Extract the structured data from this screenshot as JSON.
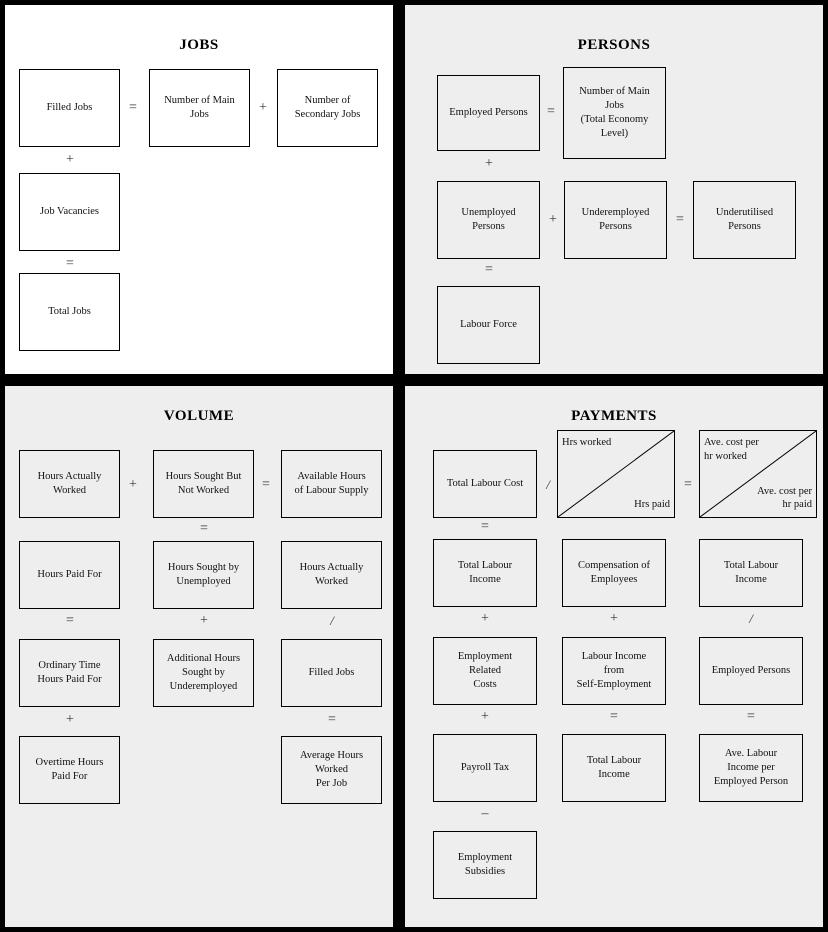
{
  "diagram": {
    "quadrants": [
      {
        "id": "jobs",
        "title": "JOBS",
        "boxes": [
          {
            "label": "Filled Jobs"
          },
          {
            "label": "Number of Main\nJobs"
          },
          {
            "label": "Number of\nSecondary Jobs"
          },
          {
            "label": "Job Vacancies"
          },
          {
            "label": "Total Jobs"
          }
        ],
        "operators": [
          "=",
          "+",
          "+",
          "="
        ]
      },
      {
        "id": "persons",
        "title": "PERSONS",
        "boxes": [
          {
            "label": "Employed Persons"
          },
          {
            "label": "Number of Main\nJobs\n(Total Economy\nLevel)"
          },
          {
            "label": "Unemployed\nPersons"
          },
          {
            "label": "Underemployed\nPersons"
          },
          {
            "label": "Underutilised\nPersons"
          },
          {
            "label": "Labour Force"
          }
        ],
        "operators": [
          "=",
          "+",
          "+",
          "=",
          "="
        ]
      },
      {
        "id": "volume",
        "title": "VOLUME",
        "boxes": [
          {
            "label": "Hours Actually\nWorked"
          },
          {
            "label": "Hours Sought But\nNot Worked"
          },
          {
            "label": "Available Hours\nof Labour Supply"
          },
          {
            "label": "Hours Paid For"
          },
          {
            "label": "Hours Sought by\nUnemployed"
          },
          {
            "label": "Hours Actually\nWorked"
          },
          {
            "label": "Ordinary Time\nHours Paid For"
          },
          {
            "label": "Additional Hours\nSought by\nUnderemployed"
          },
          {
            "label": "Filled Jobs"
          },
          {
            "label": "Overtime Hours\nPaid For"
          },
          {
            "label": "Average Hours\nWorked\nPer Job"
          }
        ],
        "operators": [
          "+",
          "=",
          "=",
          "=",
          "+",
          "/",
          "+",
          "="
        ]
      },
      {
        "id": "payments",
        "title": "PAYMENTS",
        "boxes": [
          {
            "label": "Total Labour Cost"
          },
          {
            "label": "Total Labour\nIncome"
          },
          {
            "label": "Compensation of\nEmployees"
          },
          {
            "label": "Total Labour\nIncome"
          },
          {
            "label": "Employment\nRelated\nCosts"
          },
          {
            "label": "Labour Income\nfrom\nSelf-Employment"
          },
          {
            "label": "Employed Persons"
          },
          {
            "label": "Payroll Tax"
          },
          {
            "label": "Total Labour\nIncome"
          },
          {
            "label": "Ave. Labour\nIncome per\nEmployed Person"
          },
          {
            "label": "Employment\nSubsidies"
          }
        ],
        "split_boxes": [
          {
            "top_left": "Hrs worked",
            "bottom_right": "Hrs paid"
          },
          {
            "top_left": "Ave. cost per\nhr worked",
            "bottom_right": "Ave. cost per\nhr paid"
          }
        ],
        "operators": [
          "/",
          "=",
          "=",
          "+",
          "+",
          "/",
          "+",
          "=",
          "=",
          "–"
        ]
      }
    ],
    "colors": {
      "frame": "#000000",
      "quadrant_white": "#ffffff",
      "quadrant_grey": "#eeeeee",
      "box_border": "#000000",
      "text": "#111111"
    }
  }
}
